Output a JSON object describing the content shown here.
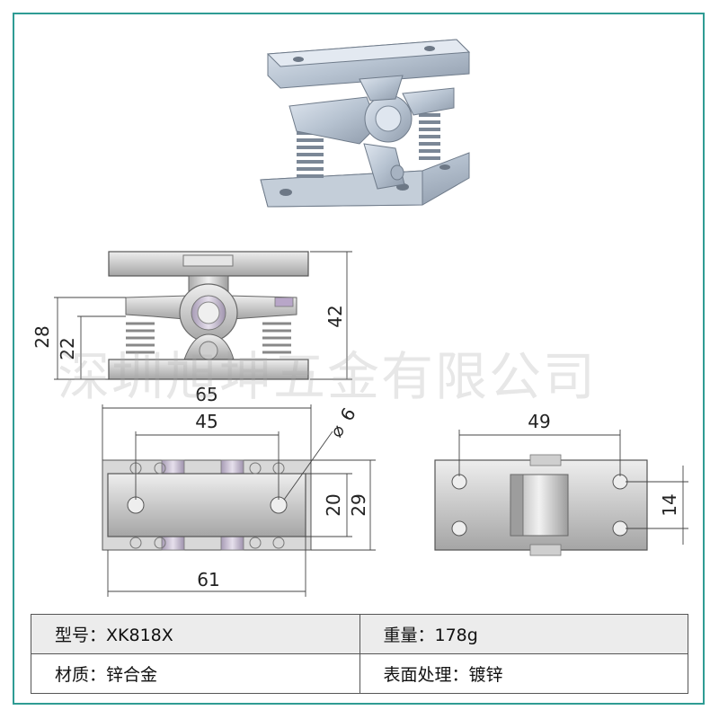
{
  "watermark": "深圳旭坤五金有限公司",
  "dimensions": {
    "side_height_total": "42",
    "side_height_upper": "28",
    "side_height_spring": "22",
    "front_width_outer": "65",
    "front_hole_spacing": "45",
    "hole_diameter": "6",
    "front_height_inner": "20",
    "front_height_outer": "29",
    "front_width_base": "61",
    "top_hole_spacing": "49",
    "top_hole_pitch": "14"
  },
  "specs": {
    "model": "型号：XK818X",
    "weight": "重量：178g",
    "material": "材质：锌合金",
    "finish": "表面处理：镀锌"
  },
  "colors": {
    "frame": "#2f9c94",
    "metal_light": "#d9d9d9",
    "metal_dark": "#9a9a9a",
    "highlight": "#b8a6c8"
  }
}
